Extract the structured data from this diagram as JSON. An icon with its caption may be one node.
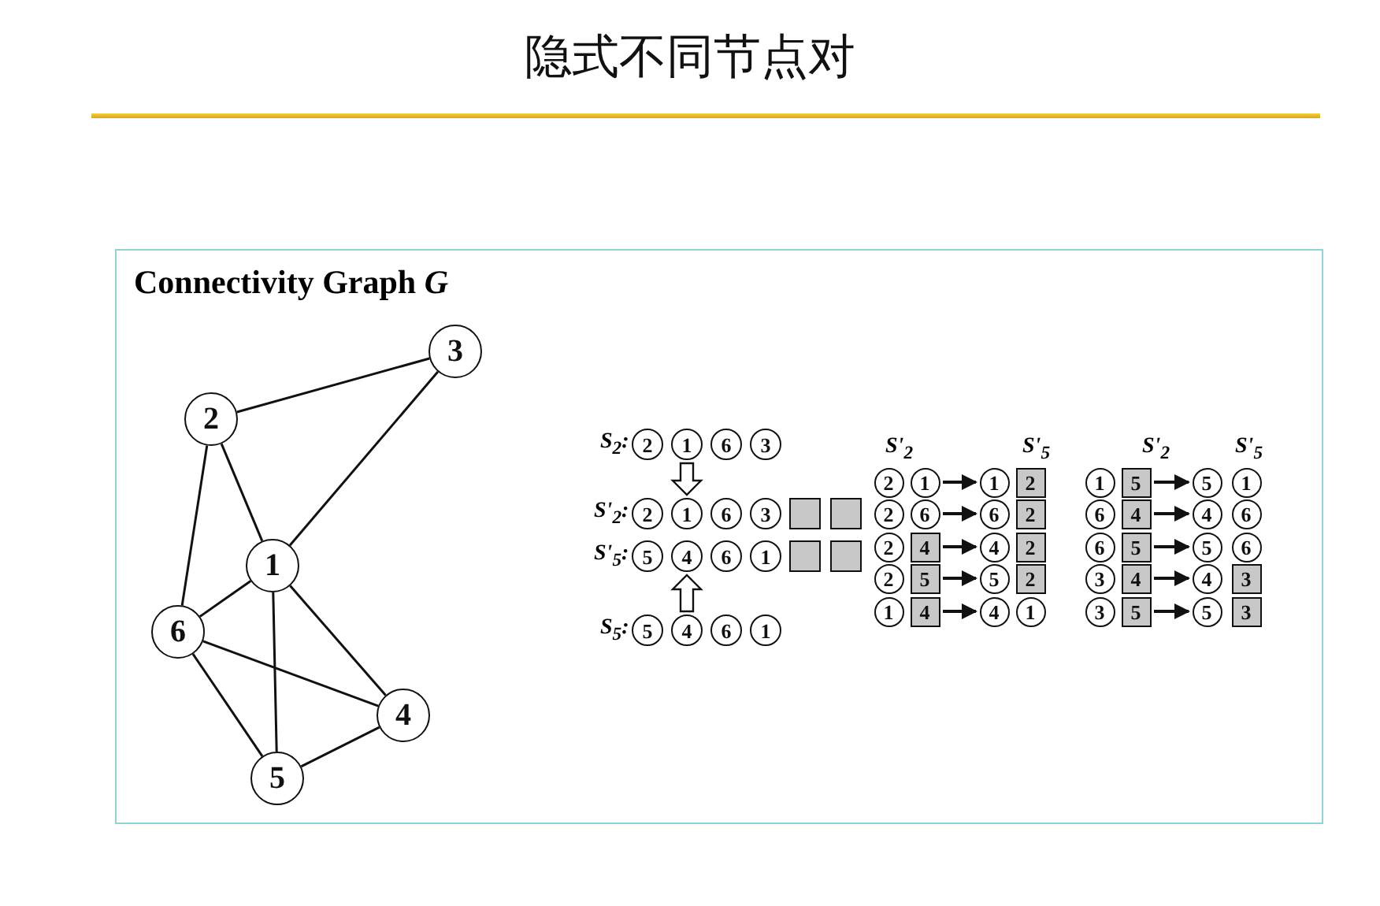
{
  "diagram": {
    "title": "隐式不同节点对",
    "nodes": [
      {
        "text": [
          "Connectivity Graph *G*"
        ]
      },
      {
        "text": [
          "3"
        ],
        "in": 0
      },
      {
        "text": [
          "2"
        ],
        "in": 0
      },
      {
        "text": [
          "1"
        ],
        "in": 0
      },
      {
        "text": [
          "6"
        ],
        "in": 0
      },
      {
        "text": [
          "4"
        ],
        "in": 0
      },
      {
        "text": [
          "5"
        ],
        "in": 0
      },
      {
        "text": [
          "2"
        ],
        "in": 0
      },
      {
        "text": [
          "1"
        ],
        "in": 0
      },
      {
        "text": [
          "6"
        ],
        "in": 0
      },
      {
        "text": [
          "3"
        ],
        "in": 0
      },
      {
        "text": [
          "2"
        ],
        "in": 0
      },
      {
        "text": [
          "1"
        ],
        "in": 0
      },
      {
        "text": [
          "6"
        ],
        "in": 0
      },
      {
        "text": [
          "3"
        ],
        "in": 0
      },
      {
        "text": [],
        "shape": "box",
        "in": 0
      },
      {
        "text": [],
        "shape": "box",
        "in": 0
      },
      {
        "text": [
          "5"
        ],
        "in": 0
      },
      {
        "text": [
          "4"
        ],
        "in": 0
      },
      {
        "text": [
          "6"
        ],
        "in": 0
      },
      {
        "text": [
          "1"
        ],
        "in": 0
      },
      {
        "text": [],
        "shape": "box",
        "in": 0
      },
      {
        "text": [],
        "shape": "box",
        "in": 0
      },
      {
        "text": [
          "5"
        ],
        "in": 0
      },
      {
        "text": [
          "4"
        ],
        "in": 0
      },
      {
        "text": [
          "6"
        ],
        "in": 0
      },
      {
        "text": [
          "1"
        ],
        "in": 0
      },
      {
        "text": [
          "2"
        ],
        "in": 0
      },
      {
        "text": [
          "1"
        ],
        "in": 0
      },
      {
        "text": [
          "1"
        ],
        "in": 0
      },
      {
        "text": [
          "2"
        ],
        "in": 0
      },
      {
        "text": [
          "1"
        ],
        "in": 0
      },
      {
        "text": [
          "5"
        ],
        "in": 0
      },
      {
        "text": [
          "5"
        ],
        "in": 0
      },
      {
        "text": [
          "1"
        ],
        "in": 0
      },
      {
        "text": [
          "2"
        ],
        "in": 0
      },
      {
        "text": [
          "6"
        ],
        "in": 0
      },
      {
        "text": [
          "6"
        ],
        "in": 0
      },
      {
        "text": [
          "2"
        ],
        "in": 0
      },
      {
        "text": [
          "6"
        ],
        "in": 0
      },
      {
        "text": [
          "4"
        ],
        "in": 0
      },
      {
        "text": [
          "4"
        ],
        "in": 0
      },
      {
        "text": [
          "6"
        ],
        "in": 0
      },
      {
        "text": [
          "2"
        ],
        "in": 0
      },
      {
        "text": [
          "4"
        ],
        "in": 0
      },
      {
        "text": [
          "4"
        ],
        "in": 0
      },
      {
        "text": [
          "2"
        ],
        "in": 0
      },
      {
        "text": [
          "6"
        ],
        "in": 0
      },
      {
        "text": [
          "5"
        ],
        "in": 0
      },
      {
        "text": [
          "5"
        ],
        "in": 0
      },
      {
        "text": [
          "6"
        ],
        "in": 0
      },
      {
        "text": [
          "2"
        ],
        "in": 0
      },
      {
        "text": [
          "5"
        ],
        "in": 0
      },
      {
        "text": [
          "5"
        ],
        "in": 0
      },
      {
        "text": [
          "2"
        ],
        "in": 0
      },
      {
        "text": [
          "3"
        ],
        "in": 0
      },
      {
        "text": [
          "4"
        ],
        "in": 0
      },
      {
        "text": [
          "4"
        ],
        "in": 0
      },
      {
        "text": [
          "3"
        ],
        "in": 0
      },
      {
        "text": [
          "1"
        ],
        "in": 0
      },
      {
        "text": [
          "4"
        ],
        "in": 0
      },
      {
        "text": [
          "4"
        ],
        "in": 0
      },
      {
        "text": [
          "1"
        ],
        "in": 0
      },
      {
        "text": [
          "3"
        ],
        "in": 0
      },
      {
        "text": [
          "5"
        ],
        "in": 0
      },
      {
        "text": [
          "5"
        ],
        "in": 0
      },
      {
        "text": [
          "3"
        ],
        "in": 0
      }
    ],
    "edges": [
      {
        "from": 2,
        "to": 1,
        "arrow": "none"
      },
      {
        "from": 2,
        "to": 3,
        "arrow": "none"
      },
      {
        "from": 1,
        "to": 3,
        "arrow": "none"
      },
      {
        "from": 2,
        "to": 4,
        "arrow": "none"
      },
      {
        "from": 4,
        "to": 3,
        "arrow": "none"
      },
      {
        "from": 3,
        "to": 6,
        "arrow": "none"
      },
      {
        "from": 3,
        "to": 5,
        "arrow": "none"
      },
      {
        "from": 4,
        "to": 5,
        "arrow": "none"
      },
      {
        "from": 4,
        "to": 6,
        "arrow": "none"
      },
      {
        "from": 6,
        "to": 5,
        "arrow": "none"
      },
      {
        "from": 8,
        "to": 12,
        "arrow": "to",
        "style": "thick"
      },
      {
        "from": 24,
        "to": 18,
        "arrow": "to",
        "style": "thick"
      },
      {
        "from": 28,
        "to": 29,
        "arrow": "to"
      },
      {
        "from": 32,
        "to": 33,
        "arrow": "to"
      },
      {
        "from": 36,
        "to": 37,
        "arrow": "to"
      },
      {
        "from": 40,
        "to": 41,
        "arrow": "to"
      },
      {
        "from": 44,
        "to": 45,
        "arrow": "to"
      },
      {
        "from": 48,
        "to": 49,
        "arrow": "to"
      },
      {
        "from": 52,
        "to": 53,
        "arrow": "to"
      },
      {
        "from": 56,
        "to": 57,
        "arrow": "to"
      },
      {
        "from": 60,
        "to": 61,
        "arrow": "to"
      },
      {
        "from": 64,
        "to": 65,
        "arrow": "to"
      }
    ],
    "labels": [
      "S$_{2}$:",
      "S'$_{2}$",
      "S'$_{5}$",
      "S'$_{2}$",
      "S'$_{5}$",
      "S'$_{2}$:",
      "S'$_{5}$:",
      "S$_{5}$:"
    ]
  }
}
